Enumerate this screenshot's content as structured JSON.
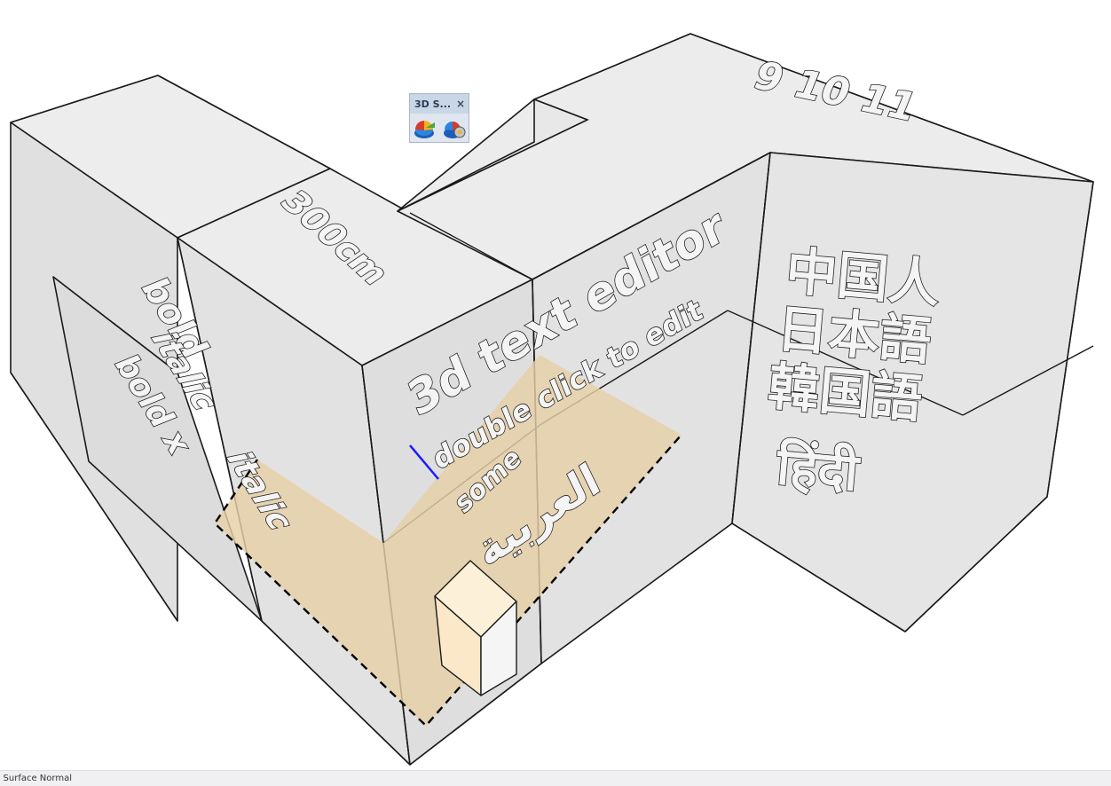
{
  "toolbar": {
    "title": "3D S...",
    "close_glyph": "×",
    "buttons": [
      {
        "name": "3d-pie-tool-icon"
      },
      {
        "name": "3d-settings-tool-icon"
      }
    ]
  },
  "scene_text": {
    "bold": "bold",
    "italic": "italic",
    "bold_x": "bold x",
    "italic2": "italic",
    "length": "300cm",
    "date": "9 10 11",
    "title": "3d text editor",
    "hint": "double click to edit",
    "some": "some",
    "arabic": "العربية",
    "cn": "中国人",
    "jp": "日本語",
    "kr": "韓国語",
    "hi": "हिंदी"
  },
  "status": {
    "text": "n Surface Normal"
  },
  "colors": {
    "face": "#e3e3e3",
    "face_light": "#ebebeb",
    "edge": "#1a1a1a",
    "selection": "#e7cfa6",
    "cube": "#fbe8c9",
    "axis_blue": "#1a1aff"
  }
}
